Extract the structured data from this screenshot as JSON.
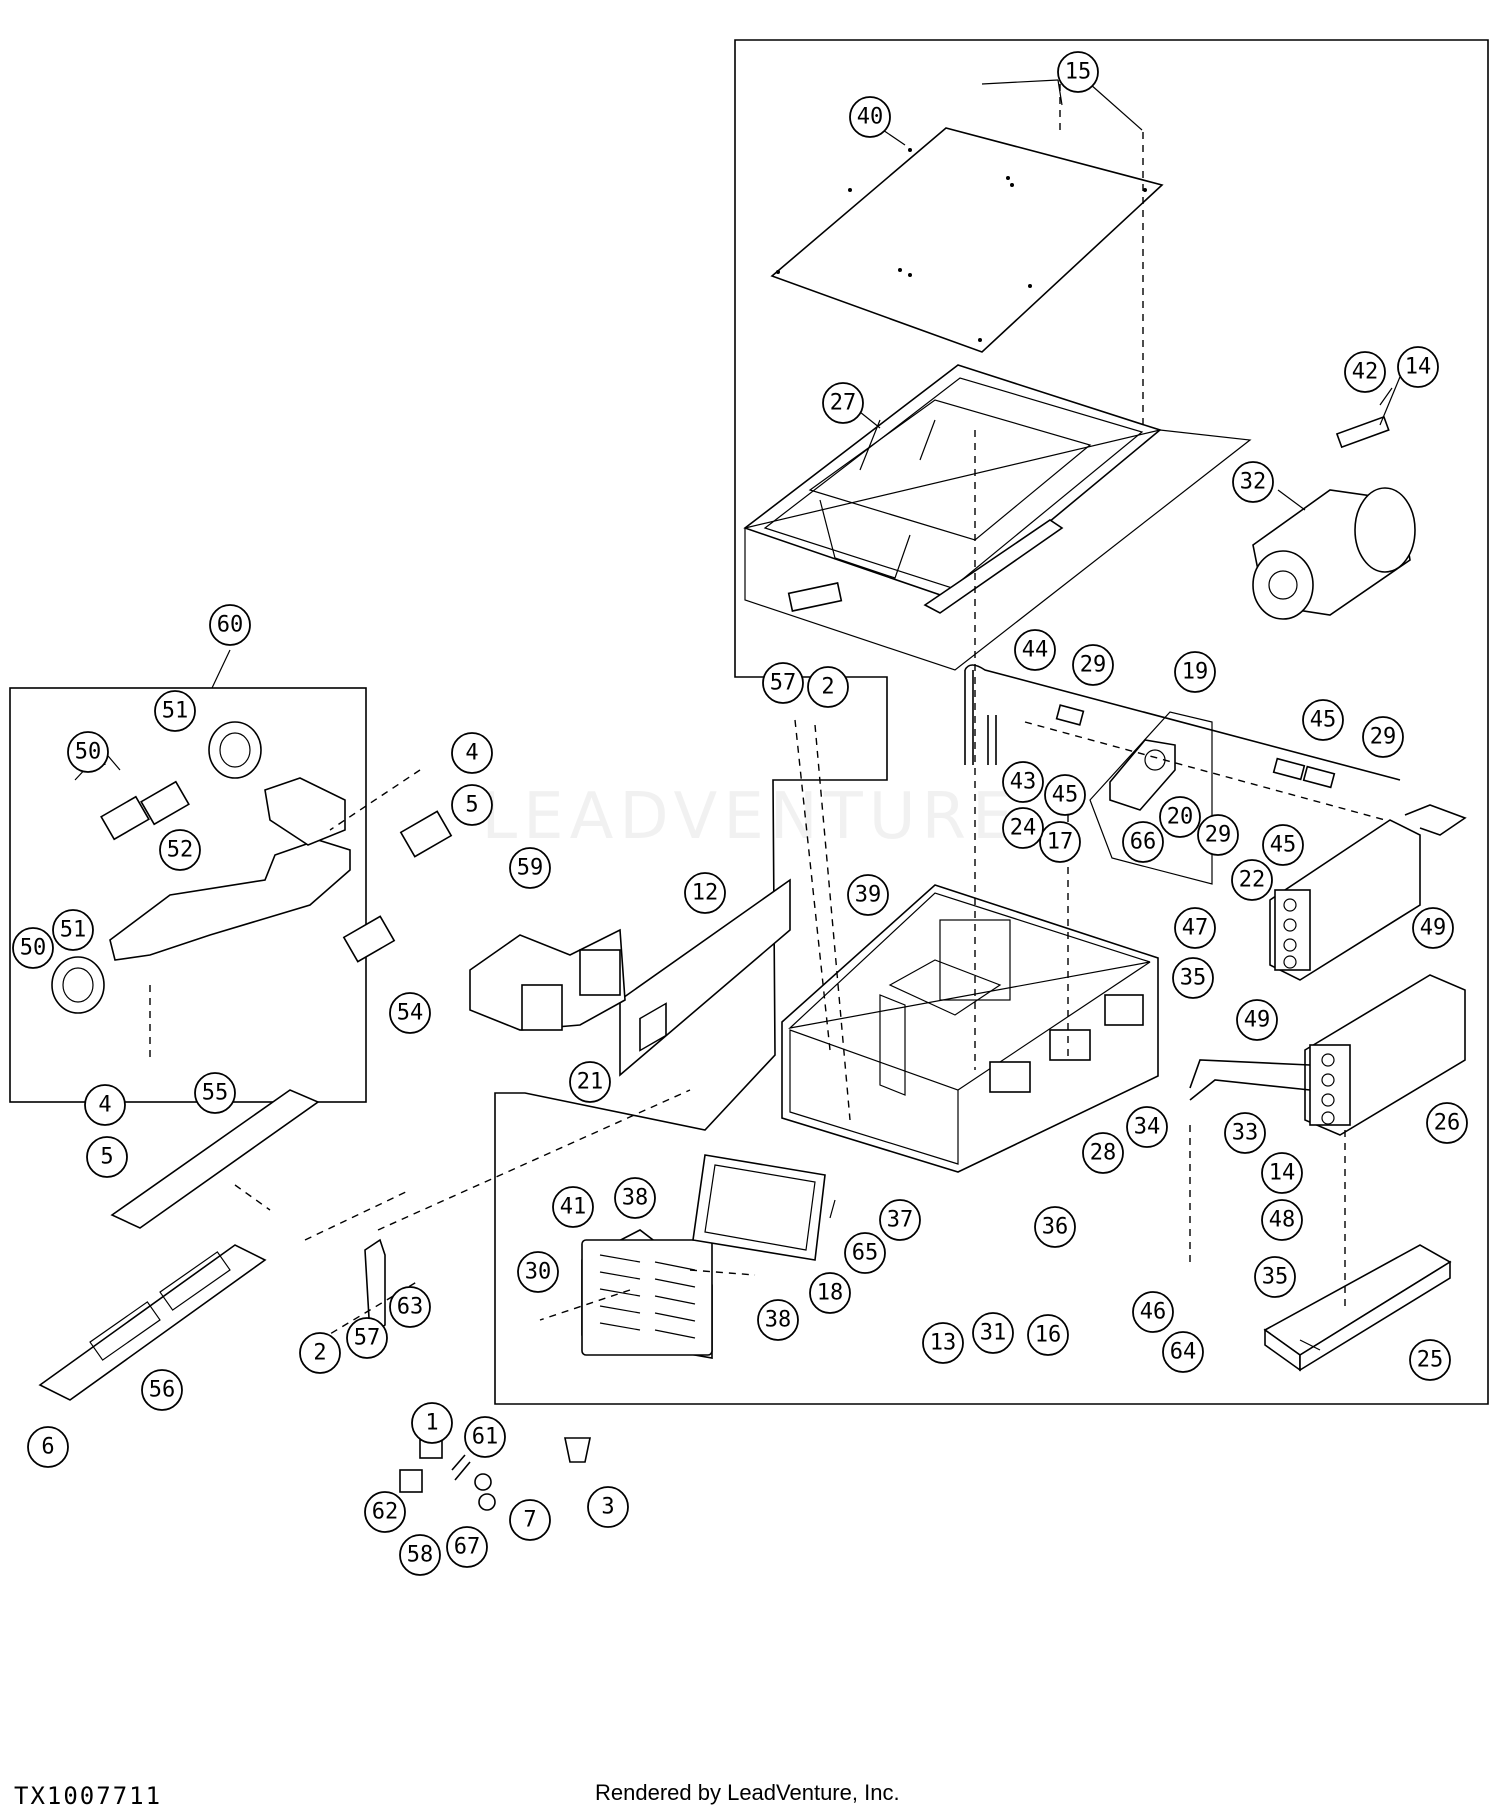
{
  "figure_id": "TX1007711",
  "credit": "Rendered by LeadVenture, Inc.",
  "watermark": "LEADVENTURE",
  "callouts": [
    {
      "id": "c1",
      "label": "1"
    },
    {
      "id": "c2a",
      "label": "2"
    },
    {
      "id": "c2b",
      "label": "2"
    },
    {
      "id": "c3",
      "label": "3"
    },
    {
      "id": "c4a",
      "label": "4"
    },
    {
      "id": "c4b",
      "label": "4"
    },
    {
      "id": "c5a",
      "label": "5"
    },
    {
      "id": "c5b",
      "label": "5"
    },
    {
      "id": "c6",
      "label": "6"
    },
    {
      "id": "c7",
      "label": "7"
    },
    {
      "id": "c12",
      "label": "12"
    },
    {
      "id": "c13",
      "label": "13"
    },
    {
      "id": "c14a",
      "label": "14"
    },
    {
      "id": "c14b",
      "label": "14"
    },
    {
      "id": "c15",
      "label": "15"
    },
    {
      "id": "c16",
      "label": "16"
    },
    {
      "id": "c17",
      "label": "17"
    },
    {
      "id": "c18",
      "label": "18"
    },
    {
      "id": "c19",
      "label": "19"
    },
    {
      "id": "c20",
      "label": "20"
    },
    {
      "id": "c21",
      "label": "21"
    },
    {
      "id": "c22",
      "label": "22"
    },
    {
      "id": "c24",
      "label": "24"
    },
    {
      "id": "c25",
      "label": "25"
    },
    {
      "id": "c26",
      "label": "26"
    },
    {
      "id": "c27",
      "label": "27"
    },
    {
      "id": "c28",
      "label": "28"
    },
    {
      "id": "c29a",
      "label": "29"
    },
    {
      "id": "c29b",
      "label": "29"
    },
    {
      "id": "c29c",
      "label": "29"
    },
    {
      "id": "c30",
      "label": "30"
    },
    {
      "id": "c31",
      "label": "31"
    },
    {
      "id": "c32",
      "label": "32"
    },
    {
      "id": "c33",
      "label": "33"
    },
    {
      "id": "c34",
      "label": "34"
    },
    {
      "id": "c35a",
      "label": "35"
    },
    {
      "id": "c35b",
      "label": "35"
    },
    {
      "id": "c36",
      "label": "36"
    },
    {
      "id": "c37",
      "label": "37"
    },
    {
      "id": "c38a",
      "label": "38"
    },
    {
      "id": "c38b",
      "label": "38"
    },
    {
      "id": "c39",
      "label": "39"
    },
    {
      "id": "c40",
      "label": "40"
    },
    {
      "id": "c41",
      "label": "41"
    },
    {
      "id": "c42",
      "label": "42"
    },
    {
      "id": "c43",
      "label": "43"
    },
    {
      "id": "c44",
      "label": "44"
    },
    {
      "id": "c45a",
      "label": "45"
    },
    {
      "id": "c45b",
      "label": "45"
    },
    {
      "id": "c45c",
      "label": "45"
    },
    {
      "id": "c46",
      "label": "46"
    },
    {
      "id": "c47",
      "label": "47"
    },
    {
      "id": "c48",
      "label": "48"
    },
    {
      "id": "c49a",
      "label": "49"
    },
    {
      "id": "c49b",
      "label": "49"
    },
    {
      "id": "c50a",
      "label": "50"
    },
    {
      "id": "c50b",
      "label": "50"
    },
    {
      "id": "c51a",
      "label": "51"
    },
    {
      "id": "c51b",
      "label": "51"
    },
    {
      "id": "c52",
      "label": "52"
    },
    {
      "id": "c54",
      "label": "54"
    },
    {
      "id": "c55",
      "label": "55"
    },
    {
      "id": "c56",
      "label": "56"
    },
    {
      "id": "c57a",
      "label": "57"
    },
    {
      "id": "c57b",
      "label": "57"
    },
    {
      "id": "c58",
      "label": "58"
    },
    {
      "id": "c59",
      "label": "59"
    },
    {
      "id": "c60",
      "label": "60"
    },
    {
      "id": "c61",
      "label": "61"
    },
    {
      "id": "c62",
      "label": "62"
    },
    {
      "id": "c63",
      "label": "63"
    },
    {
      "id": "c64",
      "label": "64"
    },
    {
      "id": "c65",
      "label": "65"
    },
    {
      "id": "c66",
      "label": "66"
    },
    {
      "id": "c67",
      "label": "67"
    }
  ]
}
